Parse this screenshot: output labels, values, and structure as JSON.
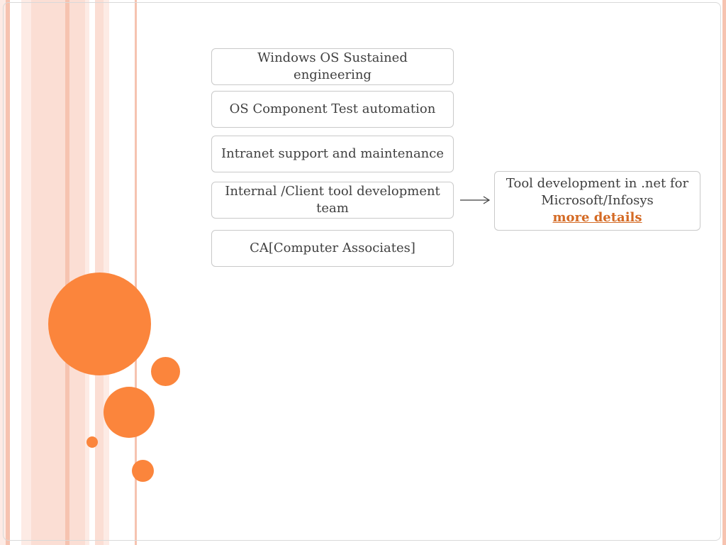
{
  "theme": {
    "accent": "#fb853c",
    "stripe_light": "#fbded4",
    "stripe_mid": "#f6c3b0",
    "link": "#d46a24",
    "text": "#3f3f3f",
    "border": "#c9c9c9"
  },
  "boxes": [
    {
      "label": "Windows OS Sustained engineering"
    },
    {
      "label": "OS Component Test automation"
    },
    {
      "label": "Intranet support and maintenance"
    },
    {
      "label": "Internal /Client tool  development team"
    },
    {
      "label": "CA[Computer Associates]"
    }
  ],
  "detail": {
    "text": "Tool development in .net for Microsoft/Infosys",
    "link": "more details"
  },
  "icons": {
    "arrow": "right-arrow-icon"
  }
}
